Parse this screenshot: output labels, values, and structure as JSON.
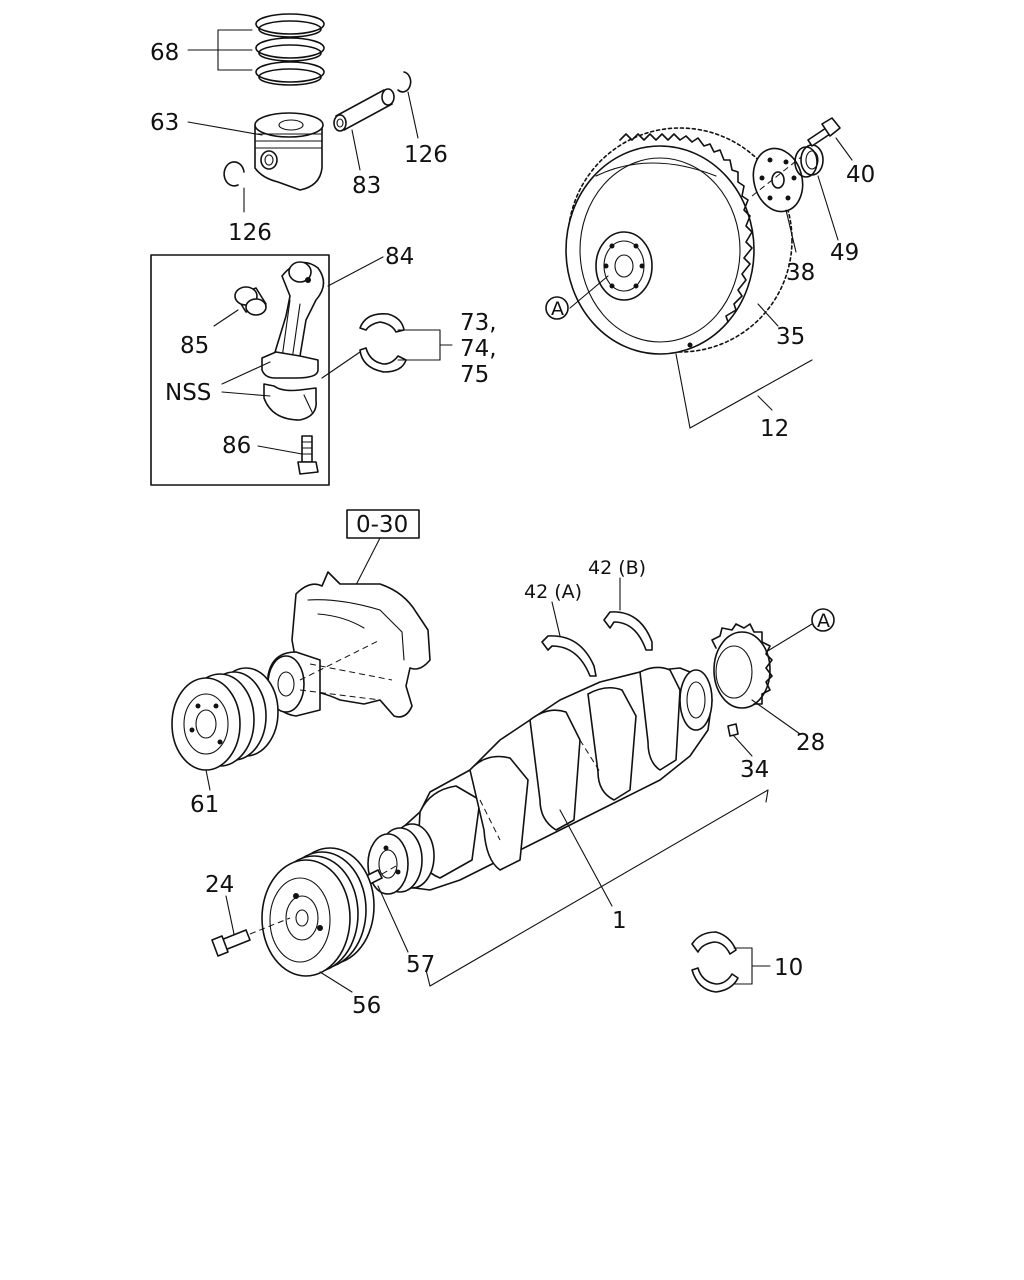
{
  "callouts": {
    "c68": "68",
    "c63": "63",
    "c126a": "126",
    "c83": "83",
    "c126b": "126",
    "c84": "84",
    "c85": "85",
    "cNSS": "NSS",
    "c73": "73,",
    "c74": "74,",
    "c75": "75",
    "c86": "86",
    "c40": "40",
    "c49": "49",
    "c38": "38",
    "c35": "35",
    "c12": "12",
    "cA1": "A",
    "c030": "0-30",
    "c42A": "42 (A)",
    "c42B": "42 (B)",
    "cA2": "A",
    "c28": "28",
    "c34": "34",
    "c61": "61",
    "c1": "1",
    "c24": "24",
    "c57": "57",
    "c56": "56",
    "c10": "10"
  }
}
